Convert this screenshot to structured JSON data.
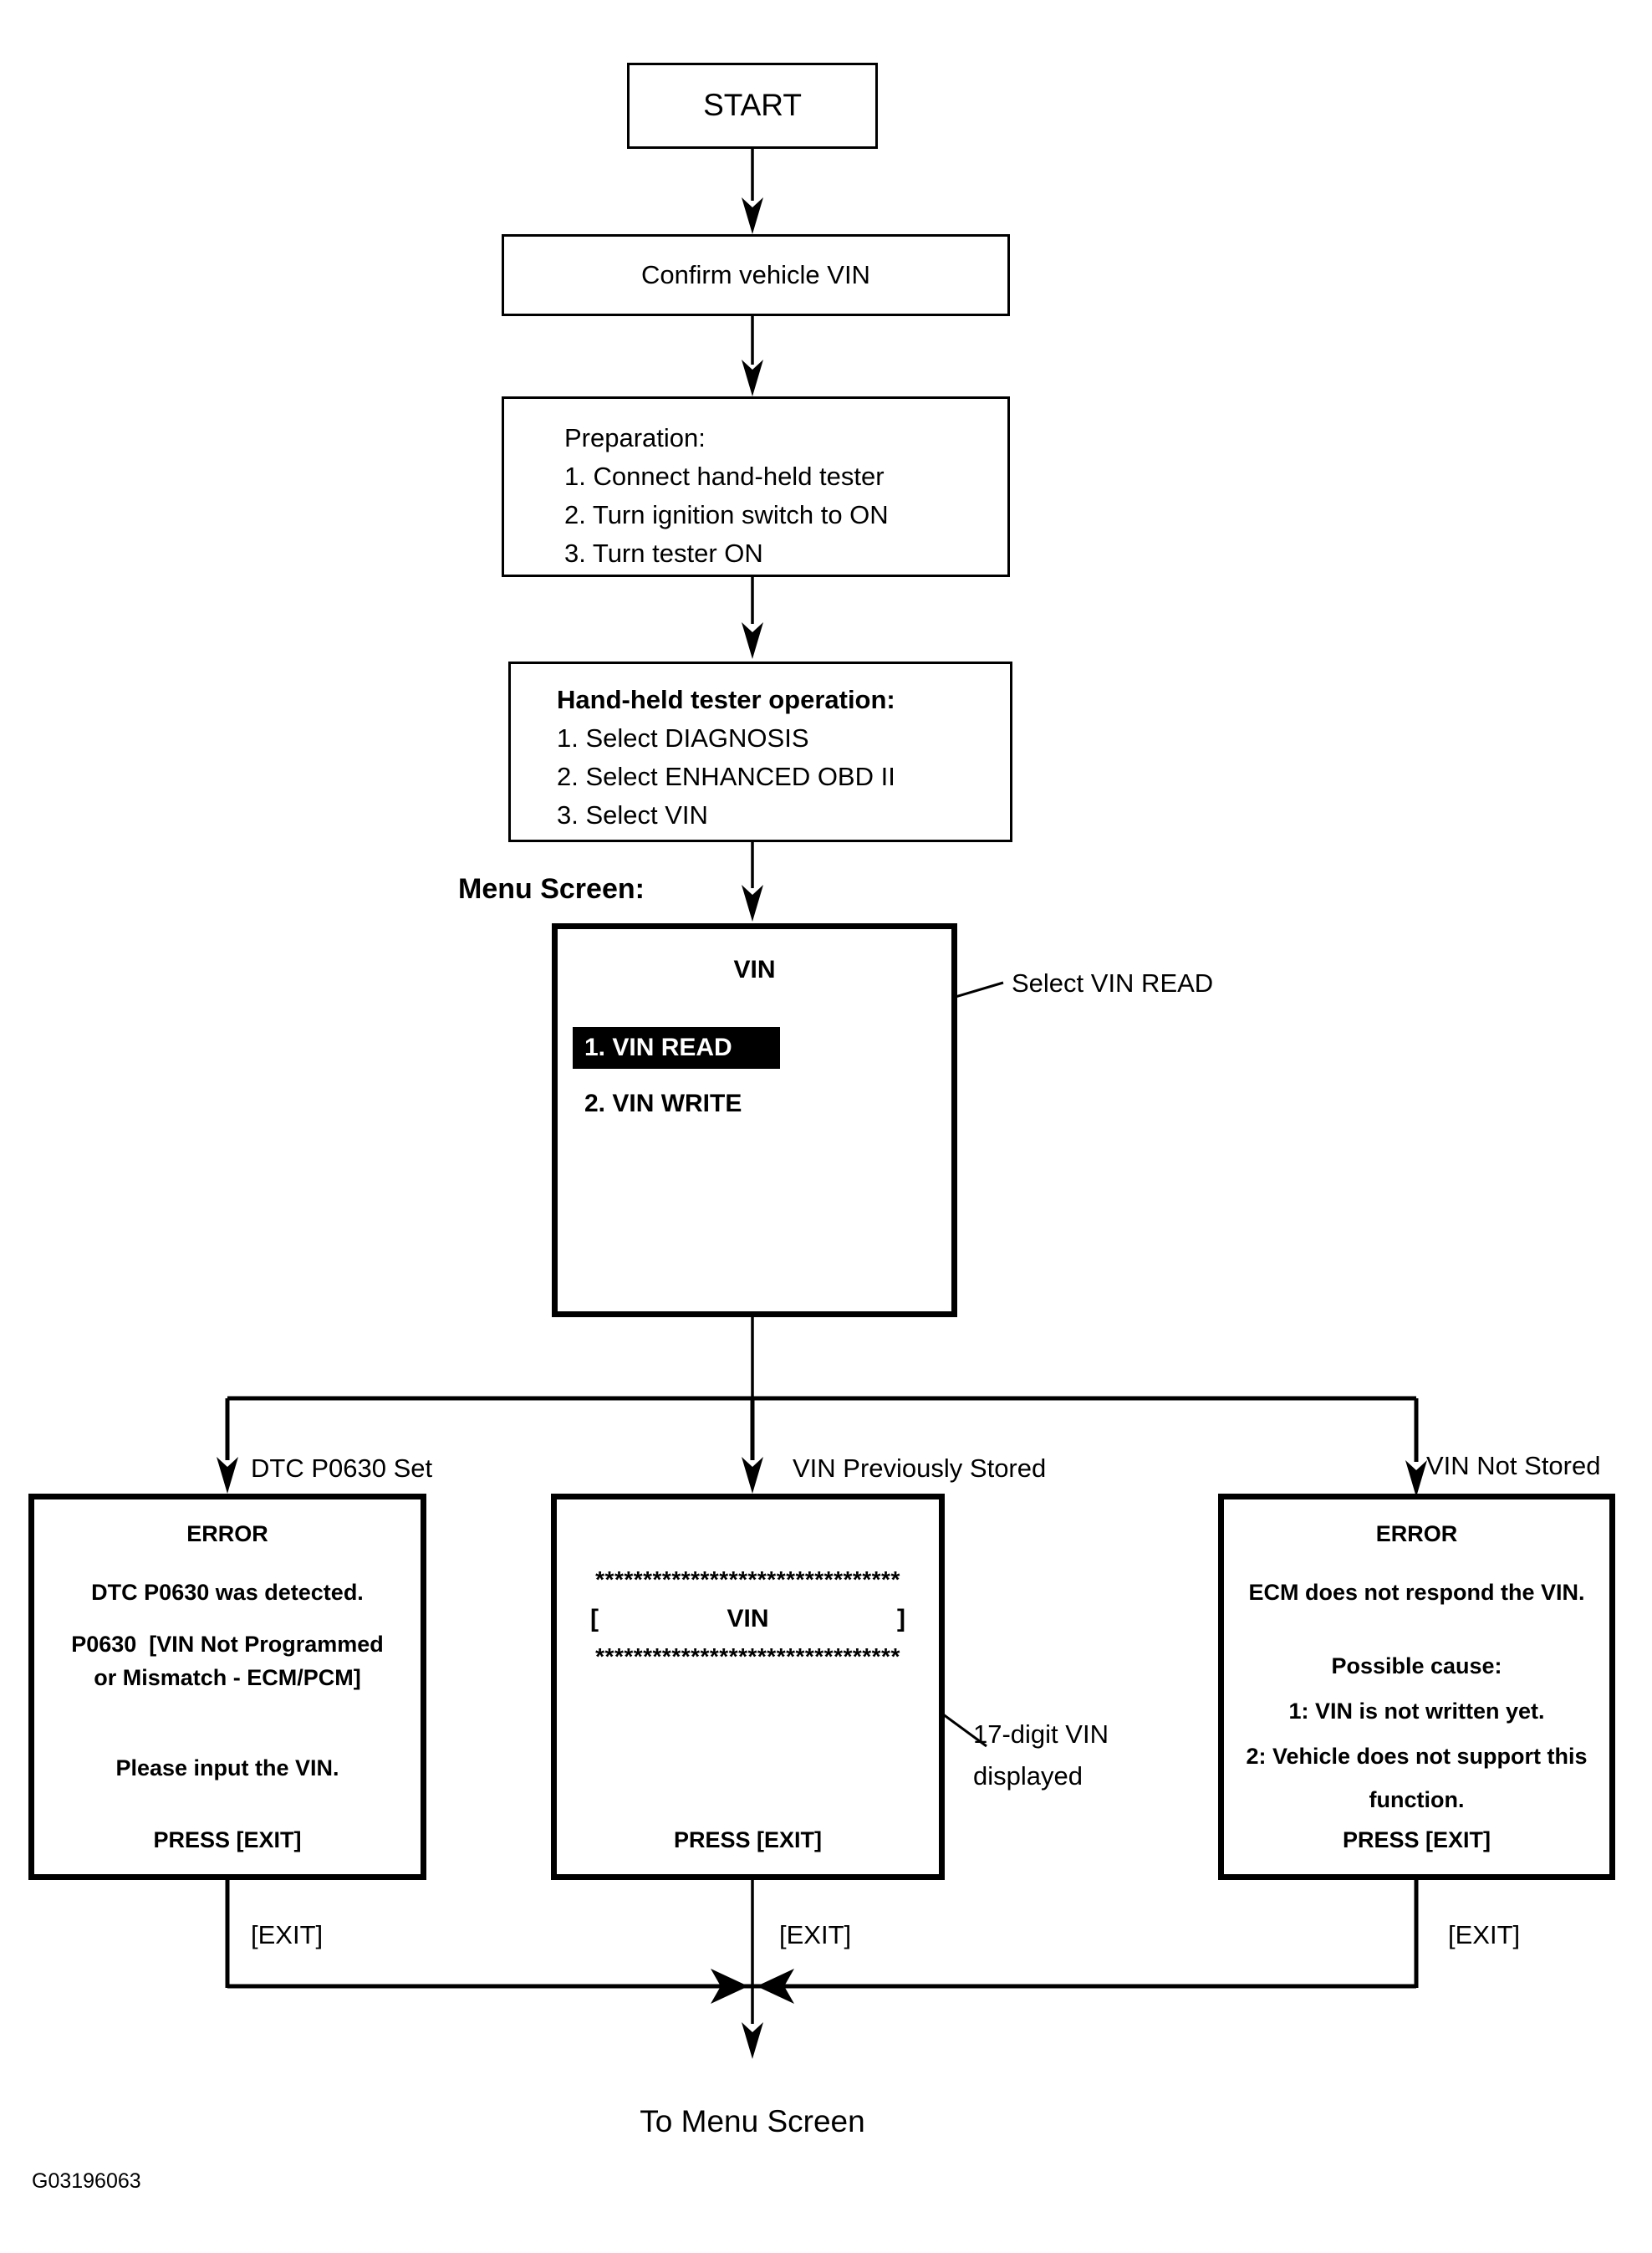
{
  "nodes": {
    "start": {
      "label": "START"
    },
    "confirm": {
      "label": "Confirm vehicle VIN"
    },
    "preparation": {
      "title": "Preparation:",
      "step1": "1. Connect hand-held tester",
      "step2": "2. Turn ignition switch to ON",
      "step3": "3. Turn tester ON"
    },
    "tester_operation": {
      "title": "Hand-held tester operation:",
      "step1": "1. Select DIAGNOSIS",
      "step2": "2. Select ENHANCED OBD II",
      "step3": "3. Select VIN"
    },
    "menu_screen": {
      "caption": "Menu Screen:",
      "title": "VIN",
      "item_read": "1. VIN READ",
      "item_write": "2. VIN WRITE",
      "callout": "Select VIN READ"
    }
  },
  "branches": {
    "dtc_set": {
      "label": "DTC P0630 Set",
      "line1": "ERROR",
      "line2": "DTC P0630 was detected.",
      "line3": "P0630  [VIN Not Programmed",
      "line4": "or Mismatch - ECM/PCM]",
      "line5": "Please input the VIN.",
      "press": "PRESS [EXIT]",
      "exit": "[EXIT]"
    },
    "vin_stored": {
      "label": "VIN Previously Stored",
      "stars_top": "********************************",
      "bracket_open": "[",
      "vin": "VIN",
      "bracket_close": "]",
      "stars_bottom": "********************************",
      "press": "PRESS [EXIT]",
      "exit": "[EXIT]",
      "callout_line1": "17-digit VIN",
      "callout_line2": "displayed"
    },
    "vin_not_stored": {
      "label": "VIN Not Stored",
      "line1": "ERROR",
      "line2": "ECM does not respond the VIN.",
      "line3": "Possible cause:",
      "line4": "1: VIN is not written yet.",
      "line5": "2: Vehicle does not support this",
      "line6": "function.",
      "press": "PRESS [EXIT]",
      "exit": "[EXIT]"
    }
  },
  "footer": {
    "to_menu": "To Menu Screen",
    "figure_code": "G03196063"
  }
}
